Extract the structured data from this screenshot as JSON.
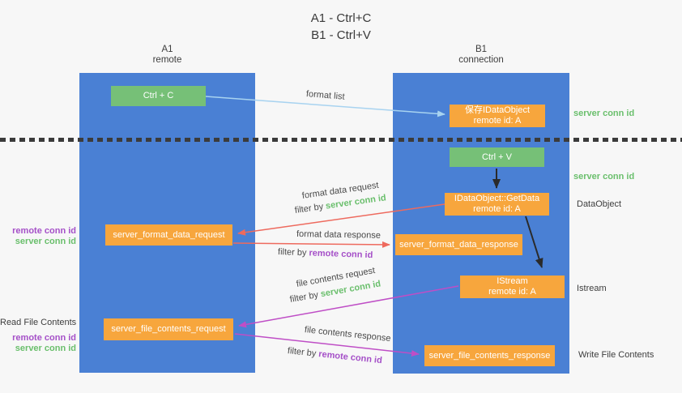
{
  "title": {
    "line1": "A1 - Ctrl+C",
    "line2": "B1 - Ctrl+V"
  },
  "columns": {
    "a1": {
      "name": "A1",
      "subtitle": "remote"
    },
    "b1": {
      "name": "B1",
      "subtitle": "connection"
    }
  },
  "nodes": {
    "ctrl_c": "Ctrl + C",
    "ctrl_v": "Ctrl + V",
    "save_dataobject": {
      "line1": "保存IDataObject",
      "line2": "remote id: A"
    },
    "getdata": {
      "line1": "IDataObject::GetData",
      "line2": "remote id: A"
    },
    "istream": {
      "line1": "IStream",
      "line2": "remote id: A"
    },
    "format_request": "server_format_data_request",
    "format_response": "server_format_data_response",
    "file_request": "server_file_contents_request",
    "file_response": "server_file_contents_response"
  },
  "arrow_labels": {
    "format_list": "format list",
    "format_data_request": "format data request",
    "format_data_response": "format data response",
    "file_contents_request": "file contents request",
    "file_contents_response": "file contents response"
  },
  "filters": {
    "request1": {
      "prefix": "filter by ",
      "id": "server conn id"
    },
    "response1": {
      "prefix": "filter by ",
      "id": "remote conn id"
    },
    "request2": {
      "prefix": "filter by ",
      "id": "server conn id"
    },
    "response2": {
      "prefix": "filter by ",
      "id": "remote conn id"
    }
  },
  "side_labels": {
    "left": {
      "format_remote": "remote conn id",
      "format_server": "server conn id",
      "read_file": "Read File Contents",
      "file_remote": "remote conn id",
      "file_server": "server conn id"
    },
    "right": {
      "server_conn_top": "server conn id",
      "server_conn_mid": "server conn id",
      "dataobject": "DataObject",
      "istream": "Istream",
      "write_file": "Write File Contents"
    }
  },
  "colors": {
    "column_blue": "#4a80d4",
    "node_orange": "#f7a63d",
    "node_green": "#76c077",
    "arrow_blue": "#a8d3f0",
    "arrow_red": "#ee6a5e",
    "arrow_magenta": "#bf4ec6",
    "arrow_black": "#2a2a2a",
    "text_green": "#6abf6c",
    "text_purple": "#a550c8",
    "background": "#f7f7f7"
  }
}
